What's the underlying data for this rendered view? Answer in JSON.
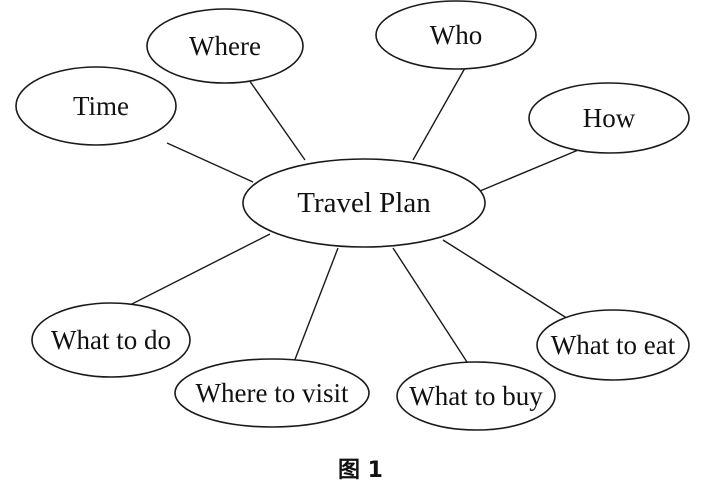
{
  "diagram": {
    "center": "Travel Plan",
    "nodes": [
      "Time",
      "Where",
      "Who",
      "How",
      "What to do",
      "Where to visit",
      "What to buy",
      "What to eat"
    ]
  },
  "caption": "图 1"
}
